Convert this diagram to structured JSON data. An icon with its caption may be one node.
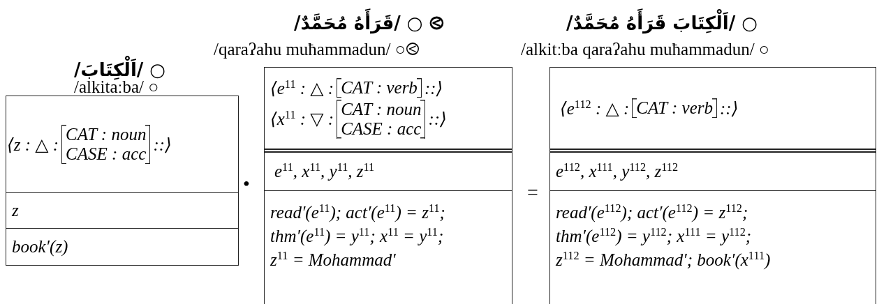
{
  "diagram": {
    "nodes": [
      {
        "text": [
          "/اَلْكِتَابَ/ ○",
          "/alkitaːba/ ○"
        ]
      },
      {
        "text": [
          "⟨z : △ :",
          "CAT : noun",
          "CASE : acc",
          "::⟩"
        ],
        "in": 0
      },
      {
        "text": [
          "z"
        ],
        "in": 0
      },
      {
        "text": [
          "book′(z)"
        ],
        "in": 0
      },
      {
        "text": [
          "/قَرَأَهُ مُحَمَّدٌ/ ○ ⧀",
          "/qaraʔahu muħammadun/ ○⧀"
        ]
      },
      {
        "text": [
          "⟨e$^{11}$ : △ :",
          "CAT : verb",
          "::⟩",
          "⟨x$^{11}$ : ▽ :",
          "CAT : noun",
          "CASE : acc",
          "::⟩"
        ],
        "in": 4
      },
      {
        "text": [
          "e$^{11}$, x$^{11}$, y$^{11}$, z$^{11}$"
        ],
        "in": 4
      },
      {
        "text": [
          "read′(e$^{11}$); act′(e$^{11}$) = z$^{11}$;",
          "thm′(e$^{11}$) = y$^{11}$; x$^{11}$ = y$^{11}$;",
          "z$^{11}$ = Mohammad′"
        ],
        "in": 4
      },
      {
        "text": [
          "/اَلْكِتَابَ قَرَأَهُ مُحَمَّدٌ/ ○",
          "/alkitːba qaraʔahu muħammadun/ ○"
        ]
      },
      {
        "text": [
          "⟨e$^{112}$ : △ :",
          "CAT : verb",
          "::⟩"
        ],
        "in": 8
      },
      {
        "text": [
          "e$^{112}$, x$^{111}$, y$^{112}$, z$^{112}$"
        ],
        "in": 8
      },
      {
        "text": [
          "read′(e$^{112}$); act′(e$^{112}$) = z$^{112}$;",
          "thm′(e$^{112}$) = y$^{112}$; x$^{111}$ = y$^{112}$;",
          "z$^{112}$ = Mohammad′; book′(x$^{111}$)"
        ],
        "in": 8
      }
    ],
    "labels": [
      "•",
      "="
    ]
  }
}
